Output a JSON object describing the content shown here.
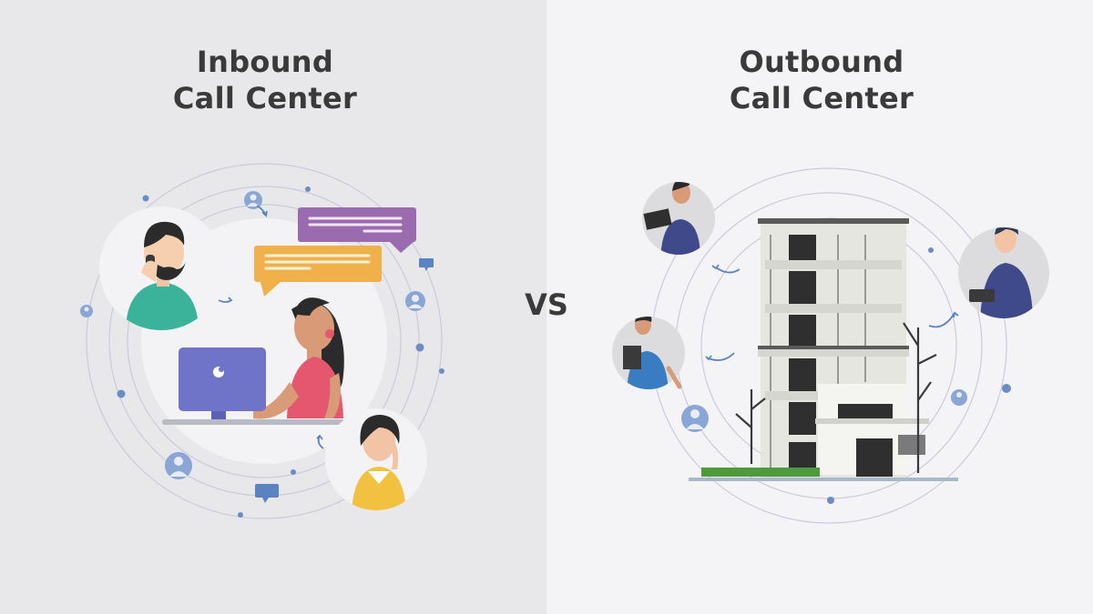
{
  "inbound": {
    "title_line1": "Inbound",
    "title_line2": "Call Center"
  },
  "outbound": {
    "title_line1": "Outbound",
    "title_line2": "Call Center"
  },
  "separator": "VS",
  "colors": {
    "left_bg": "#e8e8ea",
    "right_bg": "#f4f4f6",
    "heading": "#3a3a3a",
    "accent_blue": "#6c8dc4",
    "bubble_purple": "#9b6bb0",
    "bubble_orange": "#f0b14a",
    "agent_pink": "#e4576e",
    "monitor_blue": "#6f74c8"
  },
  "icons": [
    "user-icon",
    "chat-icon",
    "arrow-icon",
    "headset-icon",
    "phone-icon",
    "monitor-icon",
    "building-icon"
  ]
}
